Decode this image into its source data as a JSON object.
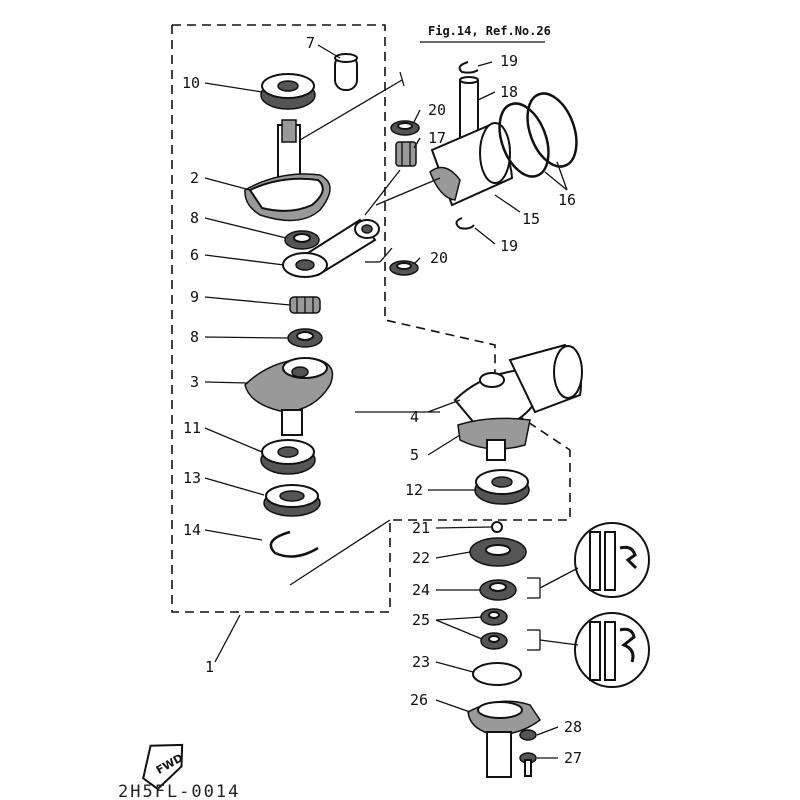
{
  "diagram": {
    "header": "Fig.14, Ref.No.26",
    "footer_code": "2H5FL-0014",
    "fwd_label": "FWD",
    "labels": {
      "p1": "1",
      "p2": "2",
      "p3": "3",
      "p4": "4",
      "p5": "5",
      "p6": "6",
      "p7": "7",
      "p8a": "8",
      "p8b": "8",
      "p9": "9",
      "p10": "10",
      "p11": "11",
      "p12": "12",
      "p13": "13",
      "p14": "14",
      "p15": "15",
      "p16": "16",
      "p17": "17",
      "p18": "18",
      "p19a": "19",
      "p19b": "19",
      "p20a": "20",
      "p20b": "20",
      "p21": "21",
      "p22": "22",
      "p23": "23",
      "p24": "24",
      "p25": "25",
      "p26": "26",
      "p27": "27",
      "p28": "28"
    }
  }
}
